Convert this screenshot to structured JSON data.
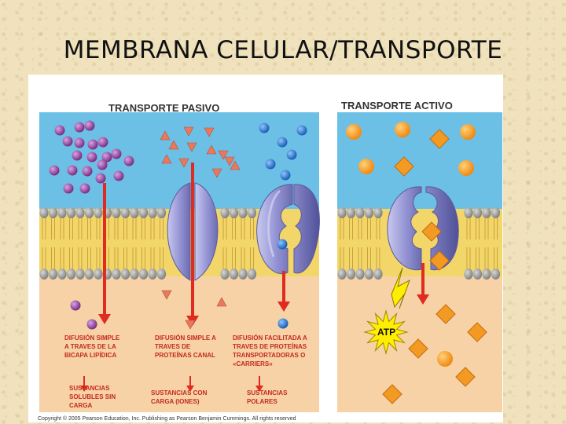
{
  "slide": {
    "title": "MEMBRANA CELULAR/TRANSPORTE"
  },
  "figure": {
    "passive_heading": "TRANSPORTE PASIVO",
    "active_heading": "TRANSPORTE ACTIVO",
    "passive_labels": [
      [
        "DIFUSIÓN SIMPLE",
        "A TRAVES DE LA",
        "BICAPA LIPÍDICA"
      ],
      [
        "DIFUSIÓN SIMPLE A",
        "TRAVES DE",
        "PROTEÍNAS CANAL"
      ],
      [
        "DIFUSIÓN FACILITADA A",
        "TRAVES DE PROTEÍNAS",
        "TRANSPORTADORAS O",
        "«CARRIERS»"
      ]
    ],
    "substance_labels": [
      [
        "SUSTANCIAS",
        "SOLUBLES SIN",
        "CARGA"
      ],
      [
        "SUSTANCIAS CON",
        "CARGA (IONES)"
      ],
      [
        "SUSTANCIAS",
        "POLARES"
      ]
    ],
    "atp_label": "ATP",
    "copyright": "Copyright © 2005 Pearson Education, Inc. Publishing as Pearson Benjamin Cummings. All rights reserved",
    "colors": {
      "extracellular": "#6cc0e6",
      "cytoplasm": "#f6d2a6",
      "protein": "#8f8fcf",
      "arrow": "#e02b20",
      "atp_burst": "#ffee00"
    }
  }
}
